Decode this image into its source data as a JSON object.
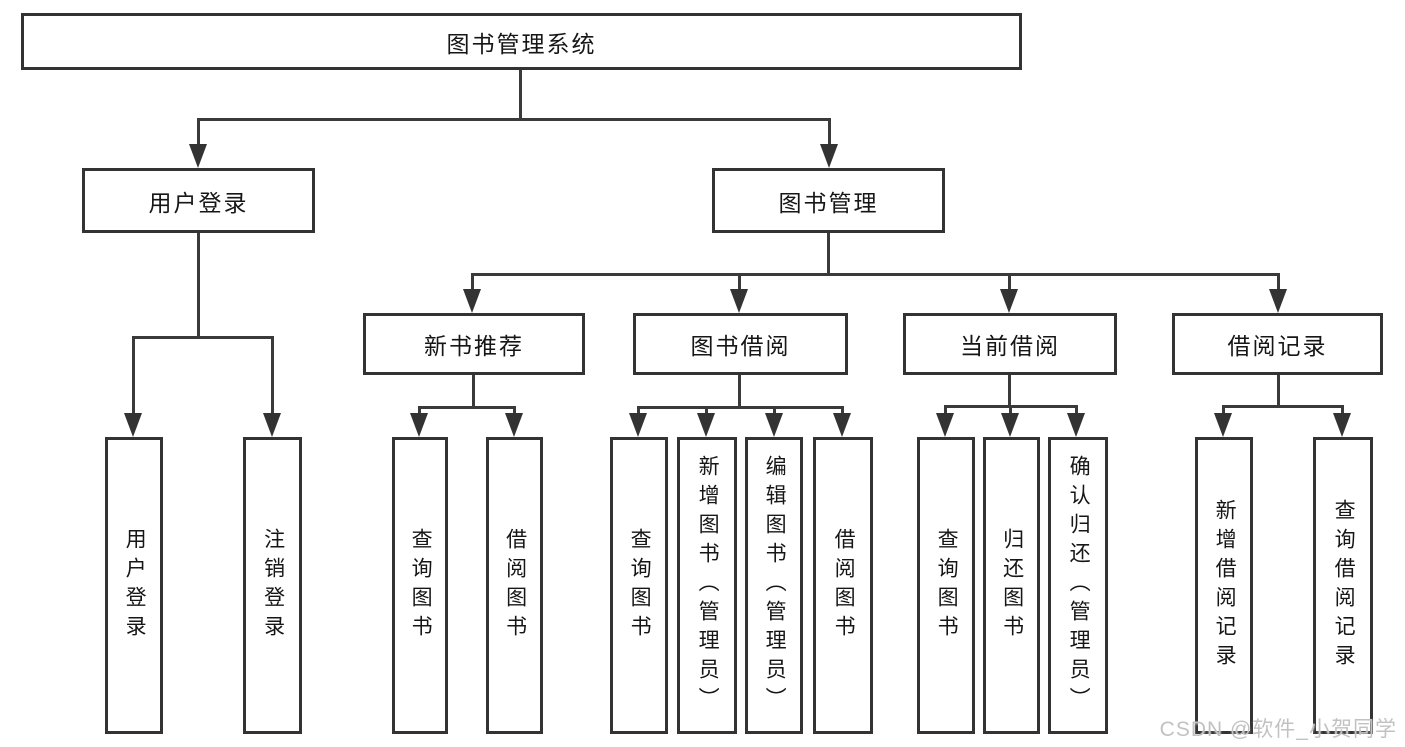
{
  "tree": {
    "root": {
      "label": "图书管理系统"
    },
    "login_branch": {
      "label": "用户登录",
      "children": [
        "用户登录",
        "注销登录"
      ]
    },
    "mgmt_branch": {
      "label": "图书管理",
      "sections": [
        {
          "label": "新书推荐",
          "children": [
            "查询图书",
            "借阅图书"
          ]
        },
        {
          "label": "图书借阅",
          "children": [
            "查询图书",
            "新增图书（管理员）",
            "编辑图书（管理员）",
            "借阅图书"
          ]
        },
        {
          "label": "当前借阅",
          "children": [
            "查询图书",
            "归还图书",
            "确认归还（管理员）"
          ]
        },
        {
          "label": "借阅记录",
          "children": [
            "新增借阅记录",
            "查询借阅记录"
          ]
        }
      ]
    }
  },
  "watermark": {
    "text": "CSDN @软件_小贺同学"
  },
  "colors": {
    "box_border": "#333333",
    "box_fill": "#ffffff",
    "connector_line": "#3a3a3a",
    "text": "#161616",
    "watermark_text": "#c3c2c2",
    "background": "#ffffff"
  }
}
